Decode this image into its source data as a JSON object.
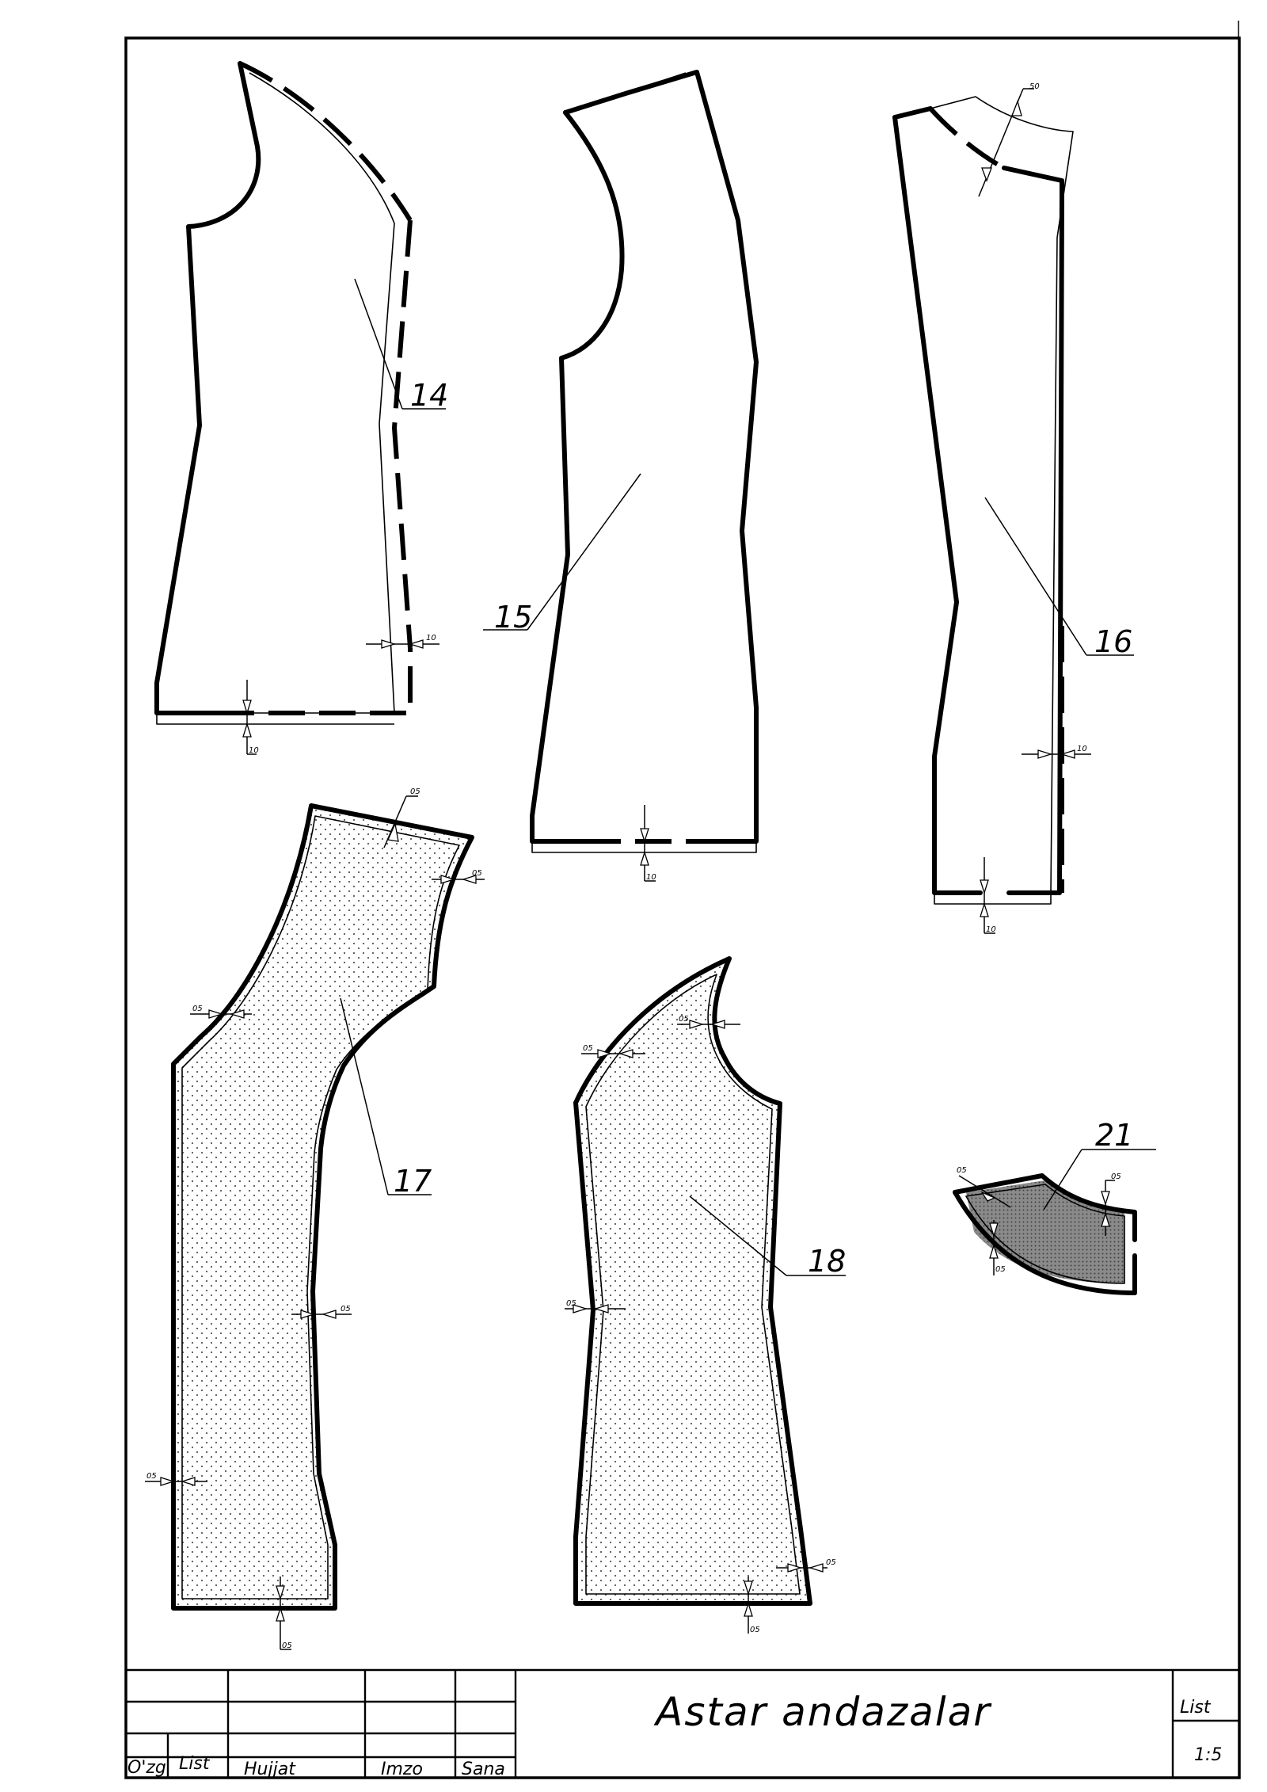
{
  "sheet": {
    "title": "Astar andazalar",
    "list_header": "List",
    "list_value": "1:5"
  },
  "title_block": {
    "col_ozg": "O'zg",
    "col_list": "List",
    "col_hujjat": "Hujjat",
    "col_imzo": "Imzo",
    "col_sana": "Sana"
  },
  "pieces": [
    {
      "label": "14"
    },
    {
      "label": "15"
    },
    {
      "label": "16"
    },
    {
      "label": "17"
    },
    {
      "label": "18"
    },
    {
      "label": "21"
    }
  ],
  "seam_allowances": {
    "a10": "10",
    "a05": "05",
    "a50": "50"
  }
}
